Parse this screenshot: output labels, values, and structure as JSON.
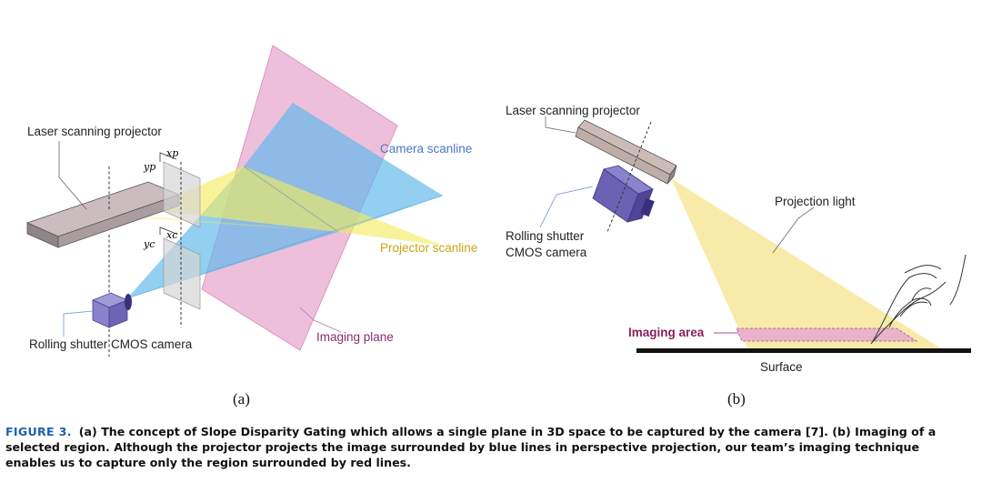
{
  "panel_a": {
    "projector_label": "Laser scanning projector",
    "camera_label": "Rolling shutter CMOS camera",
    "camera_scanline_label": "Camera scanline",
    "projector_scanline_label": "Projector scanline",
    "imaging_plane_label": "Imaging plane",
    "yp": "yp",
    "xp": "xp",
    "yc": "yc",
    "xc": "xc",
    "sub_label": "(a)"
  },
  "panel_b": {
    "projector_label": "Laser scanning projector",
    "camera_label_line1": "Rolling shutter",
    "camera_label_line2": "CMOS camera",
    "projection_light_label": "Projection light",
    "imaging_area_label": "Imaging area",
    "surface_label": "Surface",
    "sub_label": "(b)"
  },
  "caption": {
    "figure_tag": "FIGURE 3.",
    "text": "(a) The concept of Slope Disparity Gating which allows a single plane in 3D space to be captured by the camera [7]. (b) Imaging of a selected region. Although the projector projects the image surrounded by blue lines in perspective projection, our team’s imaging technique enables us to capture only the region surrounded by red lines."
  },
  "colors": {
    "camera_blue_text": "#4a78c2",
    "projector_yellow_text": "#c9a415",
    "imaging_plane_text": "#8c2d6e",
    "imaging_area_text": "#8a1f5a",
    "figure_tag": "#1f5fb3"
  }
}
